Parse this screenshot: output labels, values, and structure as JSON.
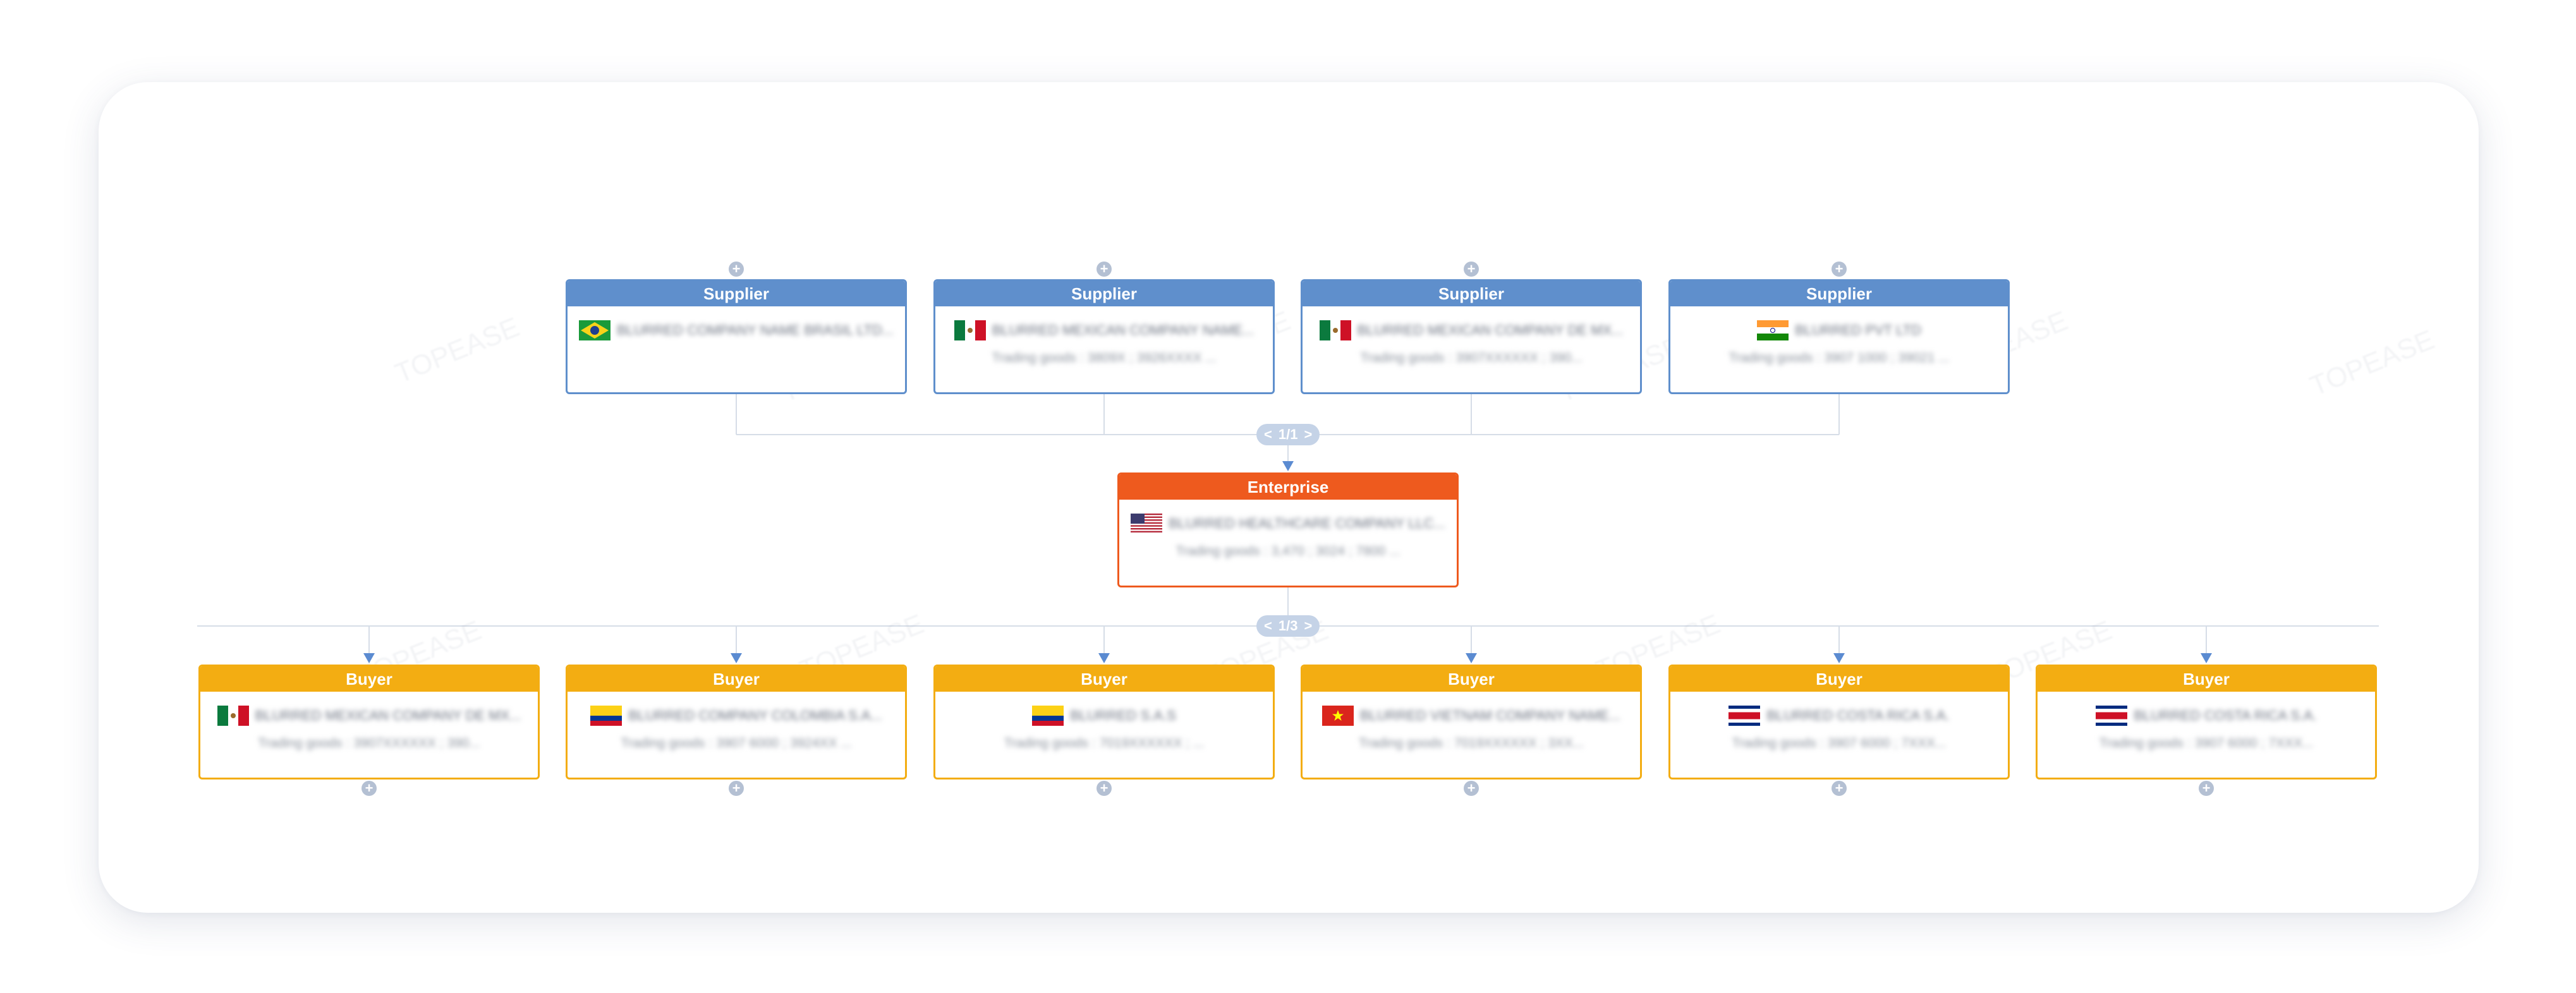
{
  "diagram": {
    "suppliers": [
      {
        "role": "Supplier",
        "flag": "brazil",
        "name": "BLURRED COMPANY NAME BRASIL LTD...",
        "goods": ""
      },
      {
        "role": "Supplier",
        "flag": "mexico",
        "name": "BLURRED MEXICAN COMPANY NAME...",
        "goods": "Trading goods : 3809X ; 3926XXXX ..."
      },
      {
        "role": "Supplier",
        "flag": "mexico",
        "name": "BLURRED MEXICAN COMPANY DE MX...",
        "goods": "Trading goods : 3907XXXXXX ; 390..."
      },
      {
        "role": "Supplier",
        "flag": "india",
        "name": "BLURRED PVT LTD",
        "goods": "Trading goods : 3907 1000 ; 39021 ..."
      }
    ],
    "supplier_pager": {
      "prev": "<",
      "text": "1/1",
      "next": ">"
    },
    "enterprise": {
      "role": "Enterprise",
      "flag": "usa",
      "name": "BLURRED HEALTHCARE COMPANY LLC...",
      "goods": "Trading goods : 3,470 ; 3024 ; 7800 ..."
    },
    "buyer_pager": {
      "prev": "<",
      "text": "1/3",
      "next": ">"
    },
    "buyers": [
      {
        "role": "Buyer",
        "flag": "mexico",
        "name": "BLURRED MEXICAN COMPANY DE MX...",
        "goods": "Trading goods : 3907XXXXXX ; 390..."
      },
      {
        "role": "Buyer",
        "flag": "colombia",
        "name": "BLURRED COMPANY COLOMBIA S.A...",
        "goods": "Trading goods : 3907 6000 ; 3924XX ..."
      },
      {
        "role": "Buyer",
        "flag": "colombia",
        "name": "BLURRED S.A.S",
        "goods": "Trading goods : 7019XXXXXX ; ..."
      },
      {
        "role": "Buyer",
        "flag": "vietnam",
        "name": "BLURRED VIETNAM COMPANY NAME...",
        "goods": "Trading goods : 7019XXXXXX ; 3XX..."
      },
      {
        "role": "Buyer",
        "flag": "costa-rica",
        "name": "BLURRED COSTA RICA S.A.",
        "goods": "Trading goods : 3907 6000 ; 7XXX..."
      },
      {
        "role": "Buyer",
        "flag": "costa-rica",
        "name": "BLURRED COSTA RICA S.A.",
        "goods": "Trading goods : 3907 6000 ; 7XXX..."
      }
    ],
    "add_symbol": "+",
    "watermark": "TOPEASE"
  },
  "colors": {
    "supplier": "#5f8fcc",
    "enterprise": "#ee5a1e",
    "buyer": "#f3ad12",
    "connector": "#d6dde7",
    "arrow": "#5b8bd1",
    "pager": "#c5d3e7"
  }
}
